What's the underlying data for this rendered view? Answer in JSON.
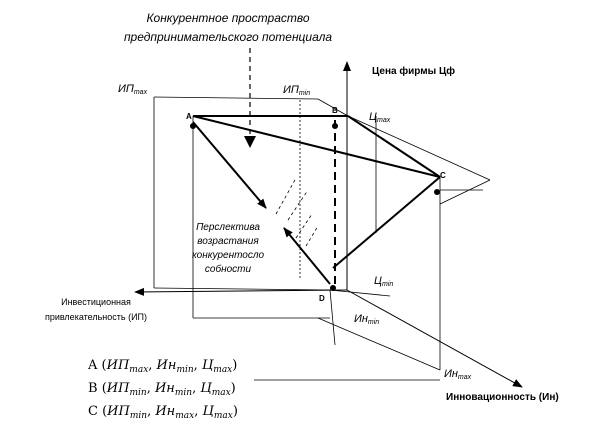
{
  "title": {
    "line1": "Конкурентное простраство",
    "line2": "предпринимательского  потенциала"
  },
  "axes": {
    "price": {
      "name": "Цена фирмы Цф"
    },
    "innovation": {
      "name": "Инновационность  (Ин)"
    },
    "investment": {
      "line1": "Инвестиционная",
      "line2": "привлекательность (ИП)"
    }
  },
  "labels": {
    "ip_max": {
      "base": "ИП",
      "sub": "max"
    },
    "ip_min": {
      "base": "ИП",
      "sub": "min"
    },
    "c_max": {
      "base": "Ц",
      "sub": "max"
    },
    "c_min": {
      "base": "Ц",
      "sub": "min"
    },
    "in_min": {
      "base": "Ин",
      "sub": "min"
    },
    "in_max": {
      "base": "Ин",
      "sub": "max"
    }
  },
  "points": {
    "a": "A",
    "b": "B",
    "c": "C",
    "d": "D"
  },
  "perspective": {
    "lines": [
      "Перслектива",
      "возрастания",
      "конкурентосло",
      "собности"
    ]
  },
  "legend": [
    {
      "letter": "A",
      "args": [
        {
          "base": "ИП",
          "sub": "max"
        },
        {
          "base": "Ин",
          "sub": "min"
        },
        {
          "base": "Ц",
          "sub": "max"
        }
      ]
    },
    {
      "letter": "B",
      "args": [
        {
          "base": "ИП",
          "sub": "min"
        },
        {
          "base": "Ин",
          "sub": "min"
        },
        {
          "base": "Ц",
          "sub": "max"
        }
      ]
    },
    {
      "letter": "C",
      "args": [
        {
          "base": "ИП",
          "sub": "min"
        },
        {
          "base": "Ин",
          "sub": "max"
        },
        {
          "base": "Ц",
          "sub": "max"
        }
      ]
    }
  ]
}
